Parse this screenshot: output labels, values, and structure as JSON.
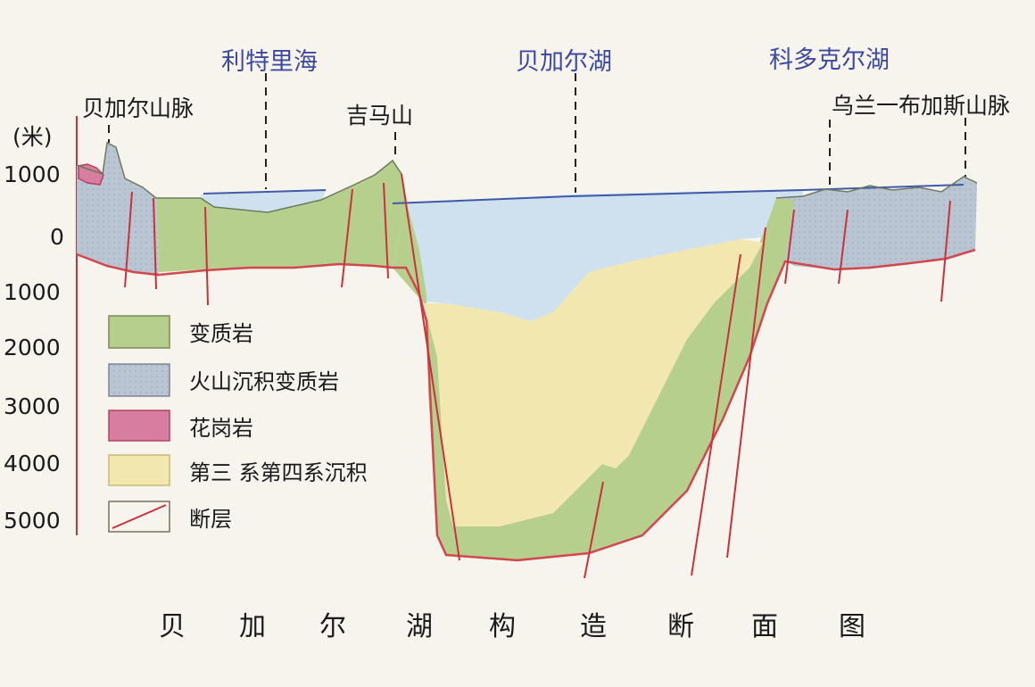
{
  "colors": {
    "metamorphic": "#b7cf8c",
    "volcanic": "#b9c5d3",
    "granite": "#d77d9f",
    "sediment": "#f3e7b0",
    "water": "#cfe0ee",
    "boundary": "#d2464e",
    "fault": "#c8323a",
    "lake_label": "#3d4a9e"
  },
  "labels": {
    "lake_rift": "利特里海",
    "lake_baikal": "贝加尔湖",
    "lake_kodar": "科多克尔湖",
    "mtn_baikal": "贝加尔山脉",
    "mtn_jima": "吉马山",
    "mtn_ulan": "乌兰一布加斯山脉"
  },
  "axis": {
    "unit": "(米)",
    "ticks": [
      "1000",
      "0",
      "1000",
      "2000",
      "3000",
      "4000",
      "5000"
    ]
  },
  "legend": [
    {
      "label": "变质岩",
      "icon": "metamorphic-swatch"
    },
    {
      "label": "火山沉积变质岩",
      "icon": "volcanic-swatch"
    },
    {
      "label": "花岗岩",
      "icon": "granite-swatch"
    },
    {
      "label": "第三 系第四系沉积",
      "icon": "sediment-swatch"
    },
    {
      "label": "断层",
      "icon": "fault-swatch"
    }
  ],
  "caption": [
    "贝",
    "加",
    "尔",
    "湖",
    "构",
    "造",
    "断",
    "面",
    "图"
  ]
}
